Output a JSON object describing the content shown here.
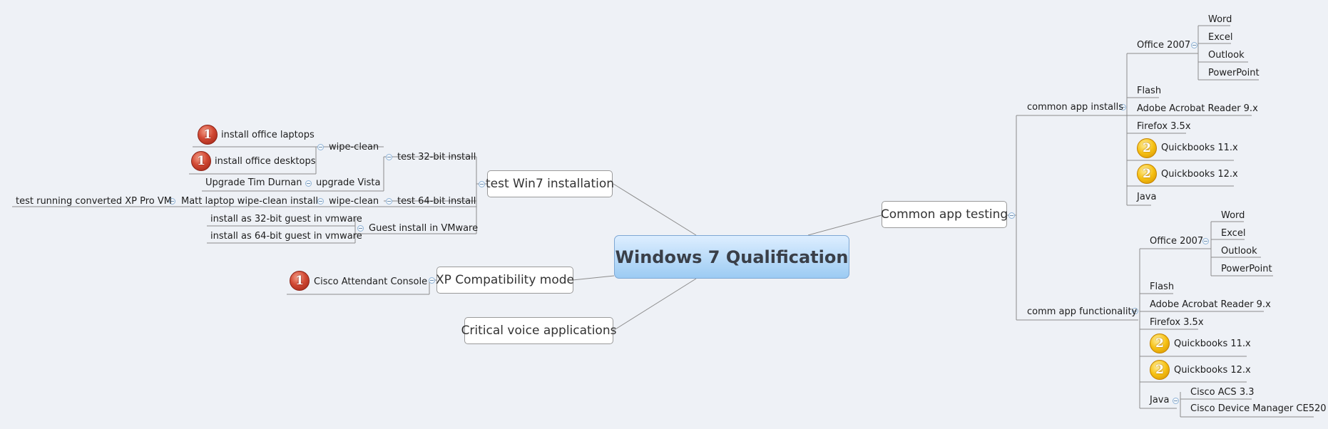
{
  "central": "Windows 7 Qualification",
  "main_topics": {
    "test_win7": "test Win7 installation",
    "xp_compat": "XP Compatibility mode",
    "critical_voice": "Critical voice applications",
    "common_app": "Common app testing"
  },
  "win7": {
    "test32": "test 32-bit install",
    "wipe_clean_32": "wipe-clean",
    "install_office_laptops": "install office laptops",
    "install_office_desktops": "install office desktops",
    "upgrade_vista": "upgrade Vista",
    "upgrade_tim": "Upgrade Tim Durnan",
    "test64": "test 64-bit install",
    "wipe_clean_64": "wipe-clean",
    "matt_laptop": "Matt laptop wipe-clean install",
    "test_xp_vm": "test running converted XP Pro VM",
    "guest_install": "Guest install in VMware",
    "guest32": "install as 32-bit guest in vmware",
    "guest64": "install as 64-bit guest in vmware"
  },
  "xp": {
    "cisco_attendant": "Cisco Attendant Console"
  },
  "common_installs": {
    "label": "common app installs",
    "office": "Office 2007",
    "word": "Word",
    "excel": "Excel",
    "outlook": "Outlook",
    "powerpoint": "PowerPoint",
    "flash": "Flash",
    "acrobat": "Adobe Acrobat Reader 9.x",
    "firefox": "Firefox 3.5x",
    "qb11": "Quickbooks 11.x",
    "qb12": "Quickbooks 12.x",
    "java": "Java"
  },
  "comm_functionality": {
    "label": "comm app functionality",
    "office": "Office 2007",
    "word": "Word",
    "excel": "Excel",
    "outlook": "Outlook",
    "powerpoint": "PowerPoint",
    "flash": "Flash",
    "acrobat": "Adobe Acrobat Reader 9.x",
    "firefox": "Firefox 3.5x",
    "qb11": "Quickbooks 11.x",
    "qb12": "Quickbooks 12.x",
    "java": "Java",
    "cisco_acs": "Cisco ACS 3.3",
    "cisco_dm": "Cisco Device Manager CE520"
  },
  "markers": {
    "priority1": "1",
    "priority2": "2"
  },
  "colors": {
    "background": "#eef1f6",
    "central_gradient_top": "#ddeeff",
    "central_gradient_bottom": "#9ccbf3",
    "line": "#8c8c8c",
    "priority1": "#d24a35",
    "priority2": "#f6c113"
  }
}
